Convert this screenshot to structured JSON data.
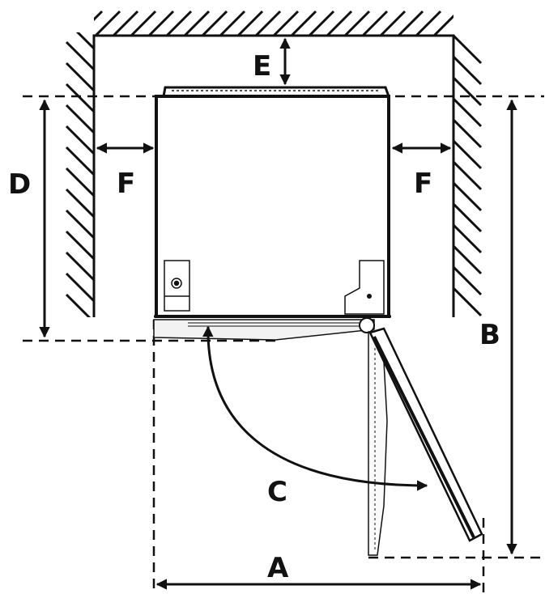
{
  "diagram": {
    "labels": {
      "a": "A",
      "b": "B",
      "c": "C",
      "d": "D",
      "e": "E",
      "f_left": "F",
      "f_right": "F"
    },
    "colors": {
      "line": "#111111",
      "background": "#ffffff",
      "door_fill": "#f2f2f2"
    },
    "icons": [
      "wall-hatching",
      "refrigerator-top-view",
      "door-swing-arc",
      "dimension-arrow"
    ]
  }
}
